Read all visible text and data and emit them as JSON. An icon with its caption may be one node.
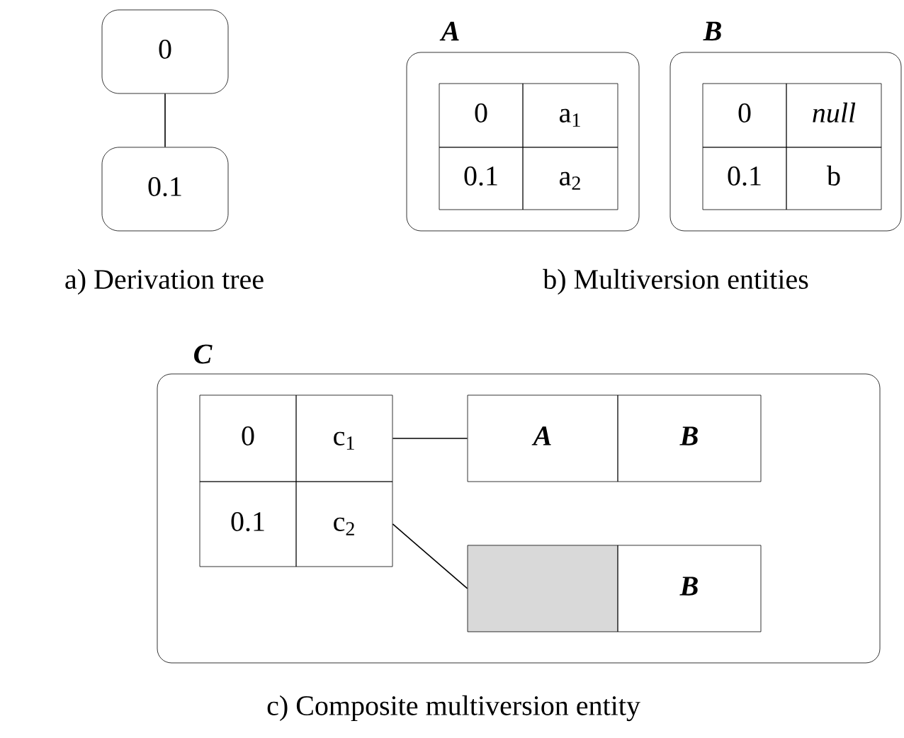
{
  "diagram": {
    "nodes": [
      {
        "text": [
          "0"
        ]
      },
      {
        "text": [
          "0.1"
        ]
      },
      {
        "text": [
          "A"
        ]
      },
      {
        "text": [
          "0"
        ],
        "in": 2
      },
      {
        "text": [
          "a$_{1}$"
        ],
        "in": 2
      },
      {
        "text": [
          "0.1"
        ],
        "in": 2
      },
      {
        "text": [
          "a$_{2}$"
        ],
        "in": 2
      },
      {
        "text": [
          "B"
        ]
      },
      {
        "text": [
          "0"
        ],
        "in": 7
      },
      {
        "text": [
          "null"
        ],
        "in": 7
      },
      {
        "text": [
          "0.1"
        ],
        "in": 7
      },
      {
        "text": [
          "b"
        ],
        "in": 7
      },
      {
        "text": [
          "C"
        ]
      },
      {
        "text": [
          "0"
        ],
        "in": 12
      },
      {
        "text": [
          "c$_{1}$"
        ],
        "in": 12
      },
      {
        "text": [
          "0.1"
        ],
        "in": 12
      },
      {
        "text": [
          "c$_{2}$"
        ],
        "in": 12
      },
      {
        "text": [
          "A"
        ],
        "in": 12
      },
      {
        "text": [
          "B"
        ],
        "in": 12
      },
      {
        "text": [],
        "shape": "box",
        "in": 12
      },
      {
        "text": [
          "B"
        ],
        "in": 12
      }
    ],
    "edges": [
      {
        "from": 0,
        "to": 1,
        "arrow": "none"
      },
      {
        "from": 14,
        "to": 17,
        "arrow": "none"
      },
      {
        "from": 16,
        "to": 19,
        "arrow": "none"
      }
    ],
    "labels": [
      "a) Derivation tree",
      "b) Multiversion entities",
      "c) Composite multiversion entity"
    ]
  }
}
